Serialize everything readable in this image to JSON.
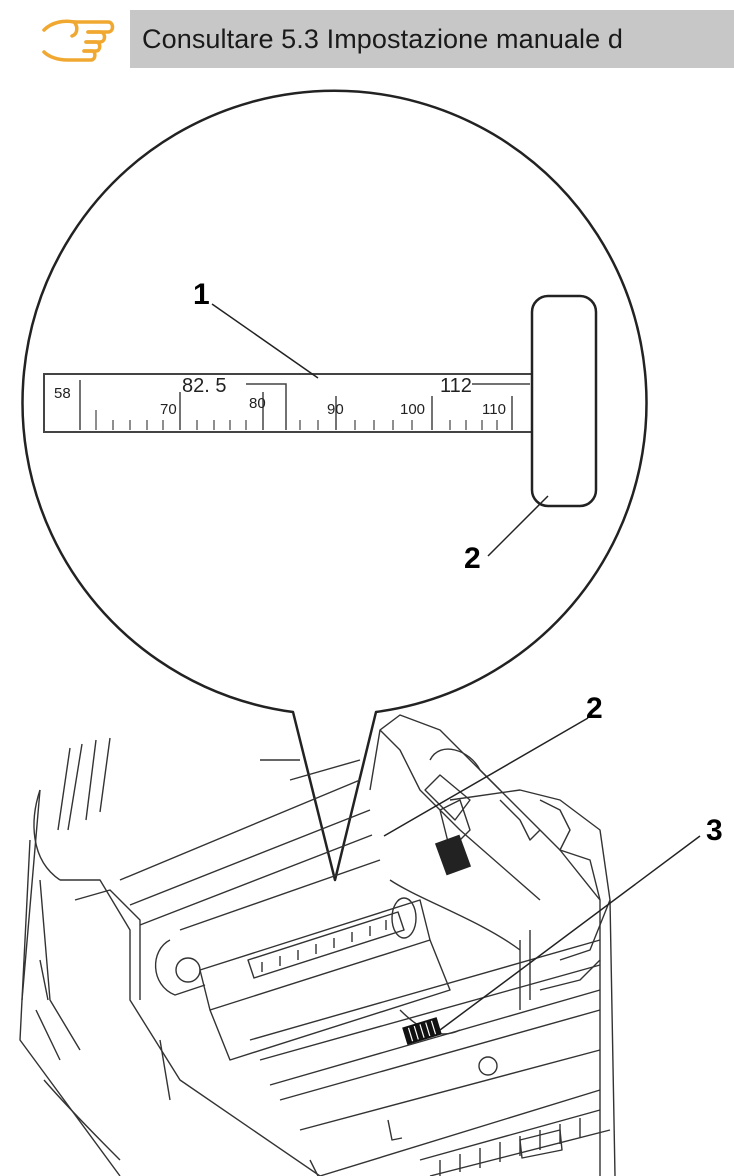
{
  "note": {
    "icon": "pointing-hand-icon",
    "accent_color": "#f0a830",
    "bar_color": "#c7c7c7",
    "text": "Consultare 5.3  Impostazione manuale d"
  },
  "figure": {
    "callouts": [
      "1",
      "2",
      "2",
      "3"
    ],
    "scale_ticks": [
      "58",
      "70",
      "80",
      "90",
      "100",
      "110"
    ],
    "scale_marks": [
      "82. 5",
      "112"
    ]
  }
}
